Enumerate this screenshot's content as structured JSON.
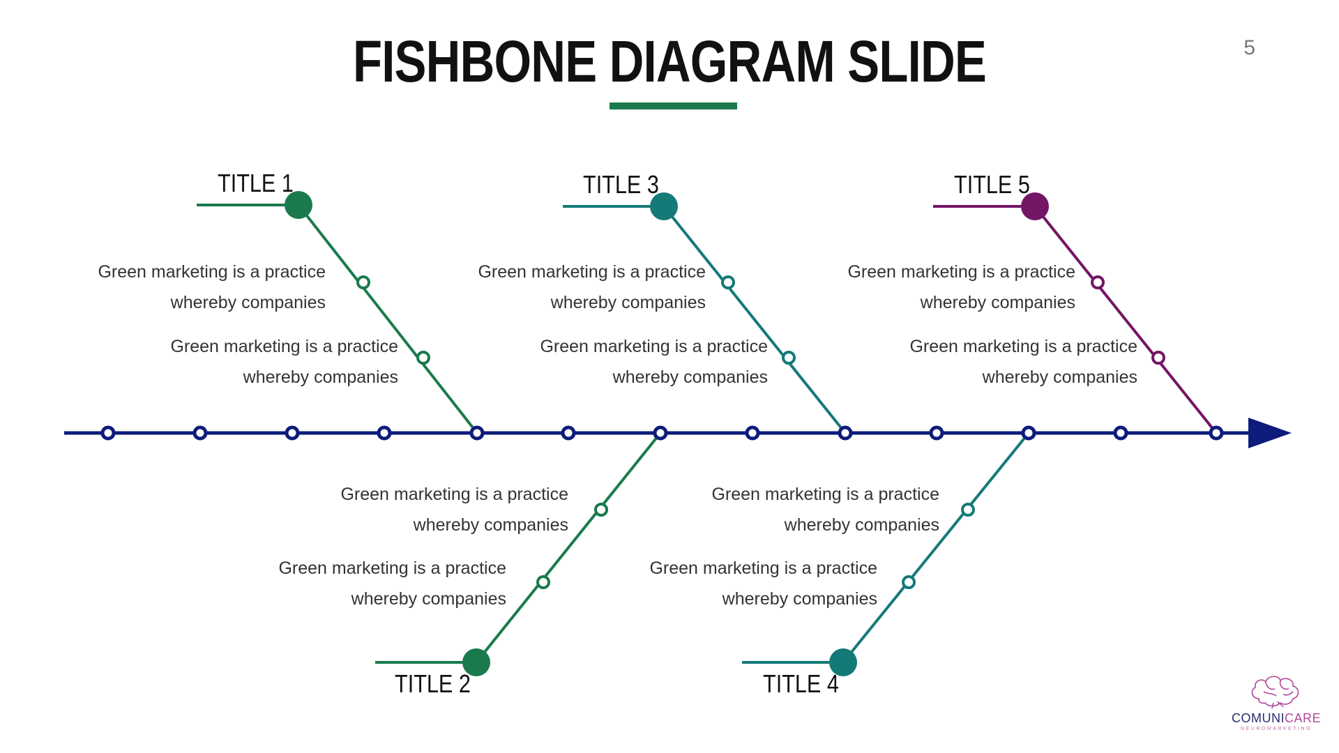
{
  "slide": {
    "title": "FISHBONE DIAGRAM SLIDE",
    "page_number": "5",
    "accent_color": "#1a7a4c",
    "spine_color": "#0d1b7a"
  },
  "branches": [
    {
      "title": "TITLE 1",
      "color": "#1a7a4c",
      "causes": [
        {
          "line1": "Green marketing is a practice",
          "line2": "whereby companies"
        },
        {
          "line1": "Green marketing is a practice",
          "line2": "whereby companies"
        }
      ]
    },
    {
      "title": "TITLE 2",
      "color": "#1a7a4c",
      "causes": [
        {
          "line1": "Green marketing is a practice",
          "line2": "whereby companies"
        },
        {
          "line1": "Green marketing is a practice",
          "line2": "whereby companies"
        }
      ]
    },
    {
      "title": "TITLE 3",
      "color": "#147a77",
      "causes": [
        {
          "line1": "Green marketing is a practice",
          "line2": "whereby companies"
        },
        {
          "line1": "Green marketing is a practice",
          "line2": "whereby companies"
        }
      ]
    },
    {
      "title": "TITLE 4",
      "color": "#147a77",
      "causes": [
        {
          "line1": "Green marketing is a practice",
          "line2": "whereby companies"
        },
        {
          "line1": "Green marketing is a practice",
          "line2": "whereby companies"
        }
      ]
    },
    {
      "title": "TITLE 5",
      "color": "#741566",
      "causes": [
        {
          "line1": "Green marketing is a practice",
          "line2": "whereby companies"
        },
        {
          "line1": "Green marketing is a practice",
          "line2": "whereby companies"
        }
      ]
    }
  ],
  "logo": {
    "name_part1": "COMUNI",
    "name_part2": "CARE",
    "tagline": "NEUROMARKETING",
    "icon": "brain-icon",
    "color_dark": "#2b2b6e",
    "color_accent": "#b0489a"
  }
}
